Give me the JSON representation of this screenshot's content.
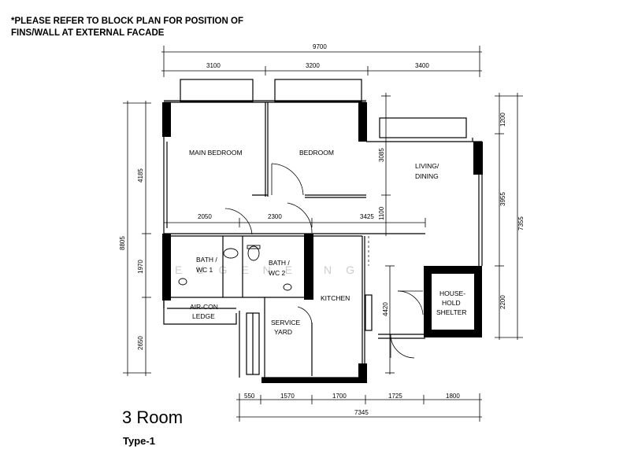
{
  "note": {
    "line1": "*PLEASE REFER TO BLOCK PLAN FOR POSITION OF",
    "line2": "FINS/WALL AT EXTERNAL FACADE"
  },
  "title": "3 Room",
  "subtitle": "Type-1",
  "rooms": {
    "main_bedroom": "MAIN BEDROOM",
    "bedroom": "BEDROOM",
    "living_l1": "LIVING/",
    "living_l2": "DINING",
    "bath1_l1": "BATH /",
    "bath1_l2": "WC 1",
    "bath2_l1": "BATH /",
    "bath2_l2": "WC 2",
    "aircon_l1": "AIR-CON",
    "aircon_l2": "LEDGE",
    "service_l1": "SERVICE",
    "service_l2": "YARD",
    "kitchen": "KITCHEN",
    "shelter_l1": "HOUSE-",
    "shelter_l2": "HOLD",
    "shelter_l3": "SHELTER"
  },
  "dimensions": {
    "top_total": "9700",
    "top_1": "3100",
    "top_2": "3200",
    "top_3": "3400",
    "left_total": "8805",
    "left_1": "4185",
    "left_2": "1970",
    "left_3": "2650",
    "right_total": "7355",
    "right_1": "1200",
    "right_2": "3955",
    "right_3": "2200",
    "mid_1": "2050",
    "mid_2": "2300",
    "mid_3": "3425",
    "v_3085": "3085",
    "v_1100": "1100",
    "v_4420": "4420",
    "bottom_1": "550",
    "bottom_2": "1570",
    "bottom_3": "1700",
    "bottom_4": "1725",
    "bottom_5": "1800",
    "bottom_total": "7345"
  },
  "watermark": "EUGENE NG"
}
